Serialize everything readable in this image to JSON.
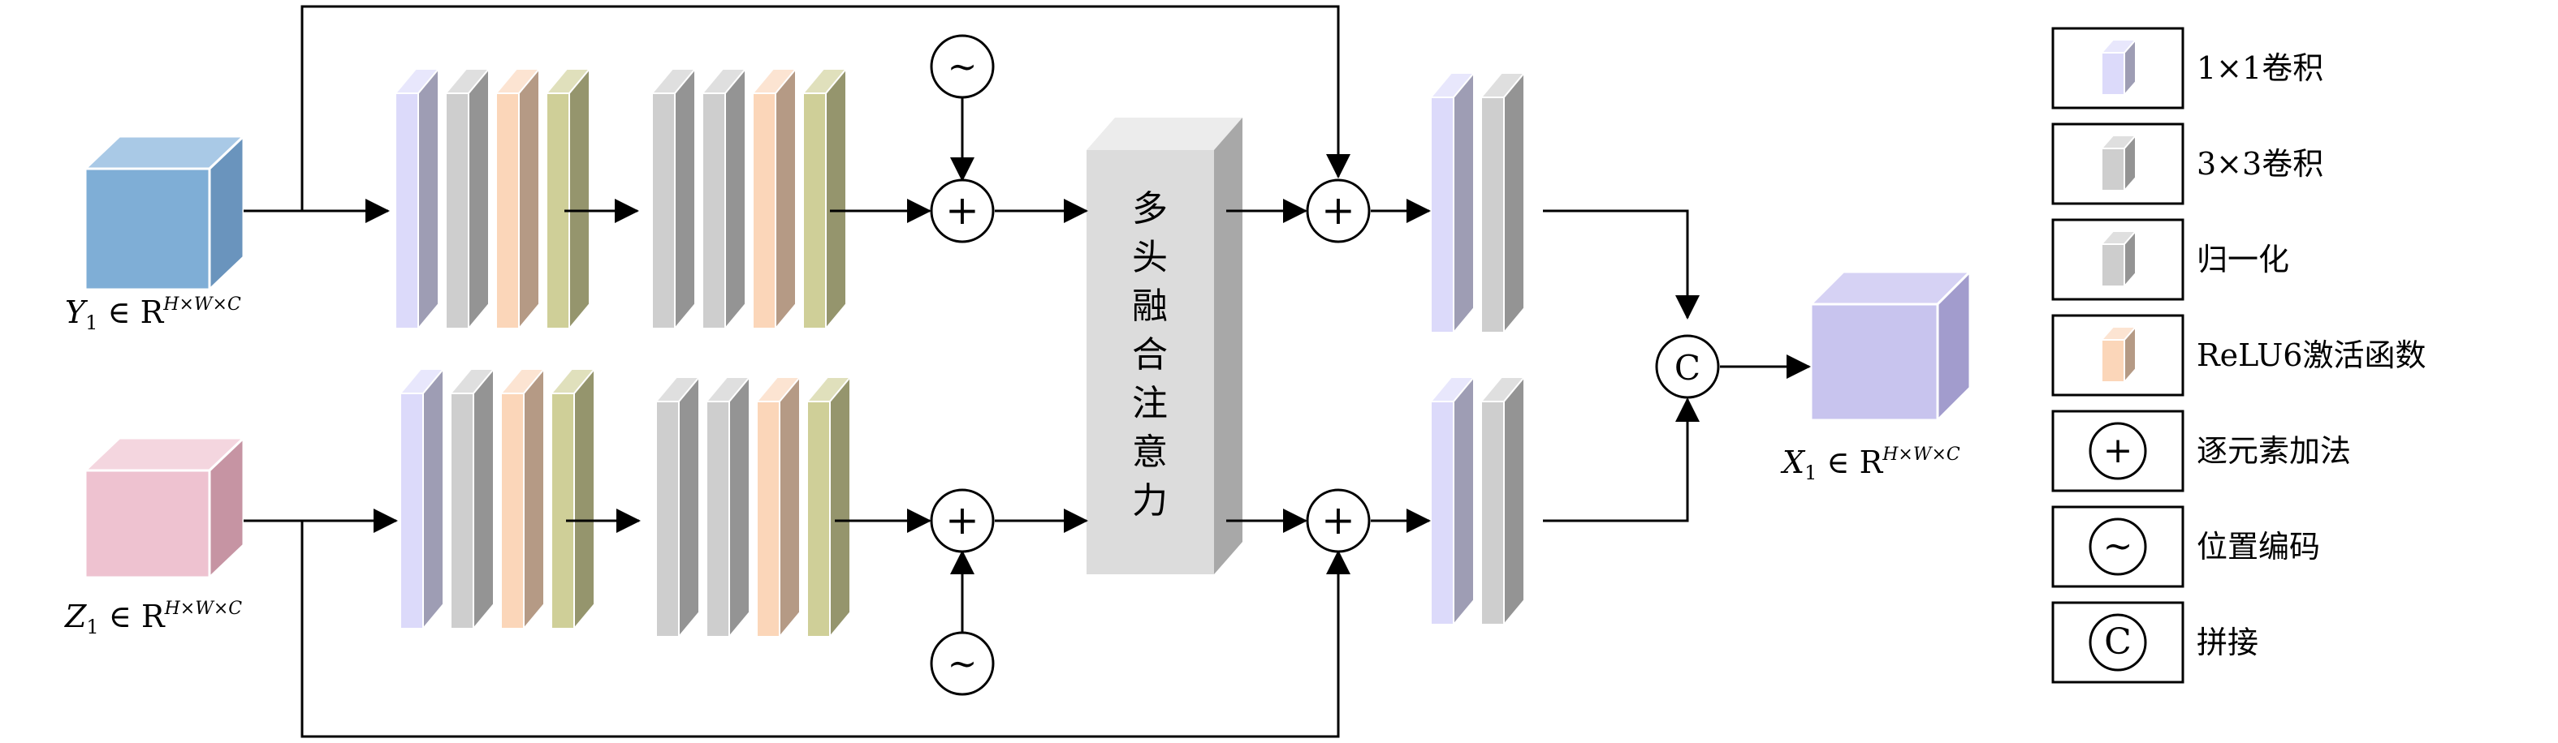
{
  "diagram": {
    "inputs": {
      "top": {
        "var": "Y",
        "sub": "1",
        "rel": " ∈ R",
        "sup": "H×W×C",
        "color": "#7faed6"
      },
      "bottom": {
        "var": "Z",
        "sub": "1",
        "rel": " ∈ R",
        "sup": "H×W×C",
        "color": "#eec2d0"
      }
    },
    "output": {
      "var": "X",
      "sub": "1",
      "rel": " ∈ R",
      "sup": "H×W×C",
      "color": "#c8c4ee"
    },
    "attention_label": "多头融合注意力",
    "operators": {
      "add": "+",
      "pos_enc": "~",
      "concat": "C"
    }
  },
  "legend": [
    {
      "key": "conv1x1",
      "label": "1×1卷积",
      "color": "#dcdafa"
    },
    {
      "key": "conv3x3",
      "label": "3×3卷积",
      "color": "#cecece"
    },
    {
      "key": "norm",
      "label": "归一化",
      "color": "#cdcdcd"
    },
    {
      "key": "relu6",
      "label": "ReLU6激活函数",
      "color": "#fbd6b9"
    },
    {
      "key": "add",
      "label": "逐元素加法",
      "symbol": "+"
    },
    {
      "key": "pos_enc",
      "label": "位置编码",
      "symbol": "~"
    },
    {
      "key": "concat",
      "label": "拼接",
      "symbol": "C"
    }
  ],
  "colors": {
    "conv1x1": "#dcdafa",
    "conv3x3": "#cecece",
    "relu6": "#fbd6b9",
    "olive": "#cfcf98",
    "attention": "#dcdcdc"
  }
}
